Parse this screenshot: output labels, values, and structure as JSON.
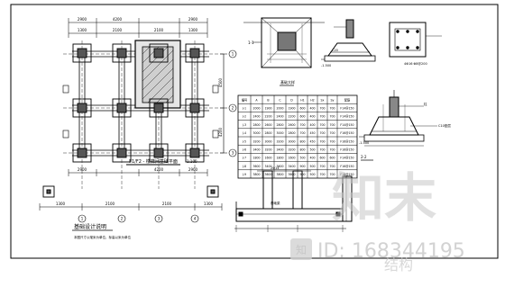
{
  "plan": {
    "dims_top_a": [
      "2900",
      "4200",
      "2900"
    ],
    "dims_top_b": [
      "1300",
      "2100",
      "2100",
      "1300"
    ],
    "dims_bottom_a": [
      "2900",
      "4200",
      "2900"
    ],
    "dims_bottom_b": [
      "1300",
      "2100",
      "2100",
      "1300"
    ],
    "dims_right": [
      "4500",
      "4200"
    ],
    "axis_labels_right": [
      "1",
      "2",
      "3"
    ],
    "axis_labels_bottom": [
      "1",
      "2",
      "3",
      "4"
    ],
    "plan_caption": "F1/F2 - 楼梯间基础平面",
    "scale": "1:100",
    "notes_title": "基础设计说明",
    "notes_text": "本图尺寸以毫米为单位，标高以米为单位"
  },
  "table": {
    "headers": [
      "编号",
      "A",
      "B",
      "C",
      "D",
      "H1",
      "H2",
      "Sx",
      "Sy",
      "配筋"
    ],
    "rows": [
      [
        "J-1",
        "2000",
        "1900",
        "2000",
        "1900",
        "600",
        "400",
        "700",
        "700",
        "F14@150"
      ],
      [
        "J-2",
        "2400",
        "2200",
        "2400",
        "2200",
        "600",
        "400",
        "700",
        "700",
        "F14@150"
      ],
      [
        "J-3",
        "2800",
        "2600",
        "2800",
        "2600",
        "700",
        "400",
        "700",
        "700",
        "F14@150"
      ],
      [
        "J-4",
        "3000",
        "2800",
        "3000",
        "2800",
        "700",
        "450",
        "700",
        "700",
        "F16@150"
      ],
      [
        "J-5",
        "3200",
        "3000",
        "3200",
        "3000",
        "800",
        "450",
        "700",
        "700",
        "F16@150"
      ],
      [
        "J-6",
        "3400",
        "3200",
        "3400",
        "3200",
        "800",
        "500",
        "700",
        "700",
        "F16@150"
      ],
      [
        "J-7",
        "1800",
        "1600",
        "1800",
        "1600",
        "500",
        "400",
        "600",
        "600",
        "F14@150"
      ],
      [
        "J-8",
        "3600",
        "3400",
        "3600",
        "3400",
        "900",
        "500",
        "700",
        "700",
        "F16@150"
      ],
      [
        "J-9",
        "3800",
        "3600",
        "3800",
        "3600",
        "900",
        "500",
        "700",
        "700",
        "F16@150"
      ]
    ]
  },
  "details": {
    "footing_label": "基础大样",
    "column_label": "柱",
    "section_1_1": "1-1",
    "section_2_2": "2-2",
    "elev_label": "-1.500",
    "c20": "C20",
    "c10": "C10垫层",
    "tie_beam": "基础梁",
    "rebar_label": "2Φ14",
    "small_note": "4Φ16 Φ8@200"
  },
  "watermark": {
    "cn": "知末",
    "id": "ID: 168344195",
    "suffix": "结构"
  }
}
